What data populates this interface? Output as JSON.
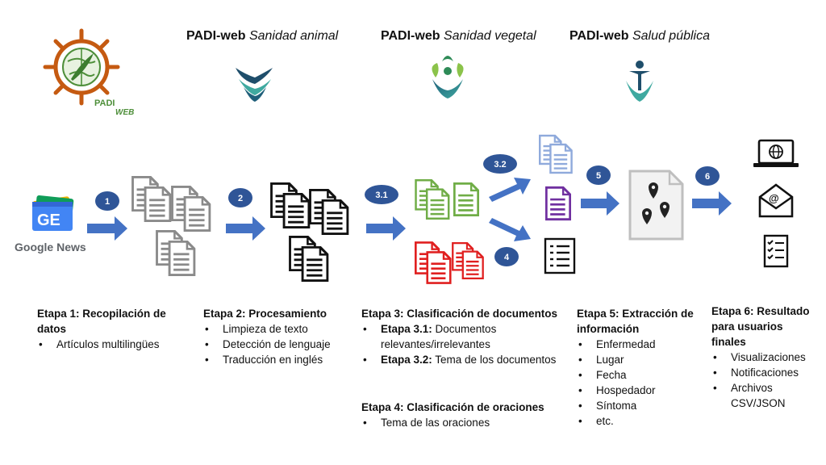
{
  "headers": [
    {
      "brand": "PADI-web",
      "topic": "Sanidad animal"
    },
    {
      "brand": "PADI-web",
      "topic": "Sanidad vegetal"
    },
    {
      "brand": "PADI-web",
      "topic": "Salud pública"
    }
  ],
  "logo": {
    "line1": "PADI",
    "line2": "WEB"
  },
  "google_news": {
    "label": "Google News",
    "badge": "GE"
  },
  "steps": [
    "1",
    "2",
    "3.1",
    "3.2",
    "4",
    "5",
    "6"
  ],
  "stages": {
    "s1": {
      "title": "Etapa 1: Recopilación de datos",
      "items": [
        "Artículos multilingües"
      ]
    },
    "s2": {
      "title": "Etapa 2: Procesamiento",
      "items": [
        "Limpieza de texto",
        "Detección de lenguaje",
        "Traducción en inglés"
      ]
    },
    "s3": {
      "title": "Etapa 3: Clasificación de documentos",
      "items": [
        {
          "bold": "Etapa 3.1:",
          "text": " Documentos relevantes/irrelevantes"
        },
        {
          "bold": "Etapa 3.2:",
          "text": " Tema de los documentos"
        }
      ]
    },
    "s4": {
      "title": "Etapa 4: Clasificación de oraciones",
      "items": [
        "Tema de las oraciones"
      ]
    },
    "s5": {
      "title": "Etapa 5: Extracción de información",
      "items": [
        "Enfermedad",
        "Lugar",
        "Fecha",
        "Hospedador",
        "Síntoma",
        "etc."
      ]
    },
    "s6": {
      "title": "Etapa 6: Resultado para usuarios finales",
      "items": [
        "Visualizaciones",
        "Notificaciones",
        "Archivos CSV/JSON"
      ]
    }
  },
  "colors": {
    "arrow": "#4472c4",
    "badge": "#2f5597",
    "green": "#70ad47",
    "red": "#e02020",
    "purple": "#7030a0",
    "lightblue": "#8faadc",
    "logo": "#c55a11"
  }
}
